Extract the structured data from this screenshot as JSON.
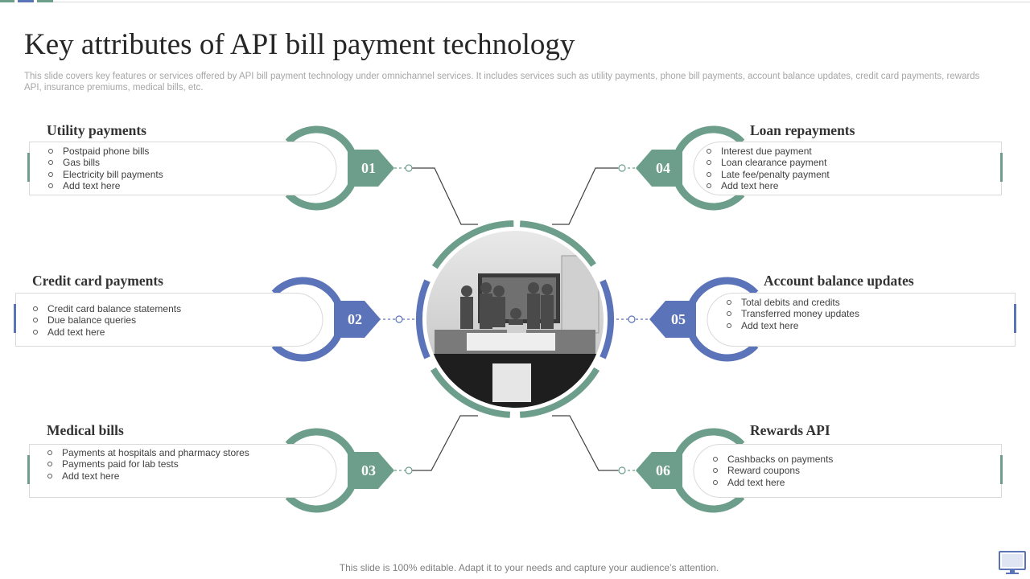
{
  "title": "Key attributes of API bill payment technology",
  "subtitle": "This slide covers key features or services offered by API  bill payment technology under omnichannel services. It includes services such as utility payments, phone bill payments, account balance updates, credit card payments, rewards API,  insurance premiums, medical bills, etc.",
  "colors": {
    "green": "#6d9e8b",
    "blue": "#5b73b8",
    "border": "#d9d9d9"
  },
  "center_image": "photo of a team gathered around a laptop in a meeting room",
  "nodes": [
    {
      "number": "01",
      "heading": "Utility payments",
      "color": "green",
      "items": [
        "Postpaid phone bills",
        "Gas bills",
        "Electricity bill payments",
        "Add text here"
      ]
    },
    {
      "number": "02",
      "heading": "Credit card payments",
      "color": "blue",
      "items": [
        "Credit card balance statements",
        "Due balance queries",
        "Add text here"
      ]
    },
    {
      "number": "03",
      "heading": "Medical bills",
      "color": "green",
      "items": [
        "Payments at hospitals and pharmacy stores",
        "Payments paid for lab tests",
        "Add text here"
      ]
    },
    {
      "number": "04",
      "heading": "Loan repayments",
      "color": "green",
      "items": [
        "Interest due payment",
        "Loan clearance payment",
        "Late fee/penalty payment",
        "Add text here"
      ]
    },
    {
      "number": "05",
      "heading": "Account balance updates",
      "color": "blue",
      "items": [
        "Total debits and credits",
        "Transferred money updates",
        "Add text here"
      ]
    },
    {
      "number": "06",
      "heading": "Rewards API",
      "color": "green",
      "items": [
        "Cashbacks on payments",
        "Reward coupons",
        "Add text here"
      ]
    }
  ],
  "footer": "This slide is 100% editable. Adapt it to your needs and capture your audience’s attention.",
  "footer_icon": "monitor-icon"
}
